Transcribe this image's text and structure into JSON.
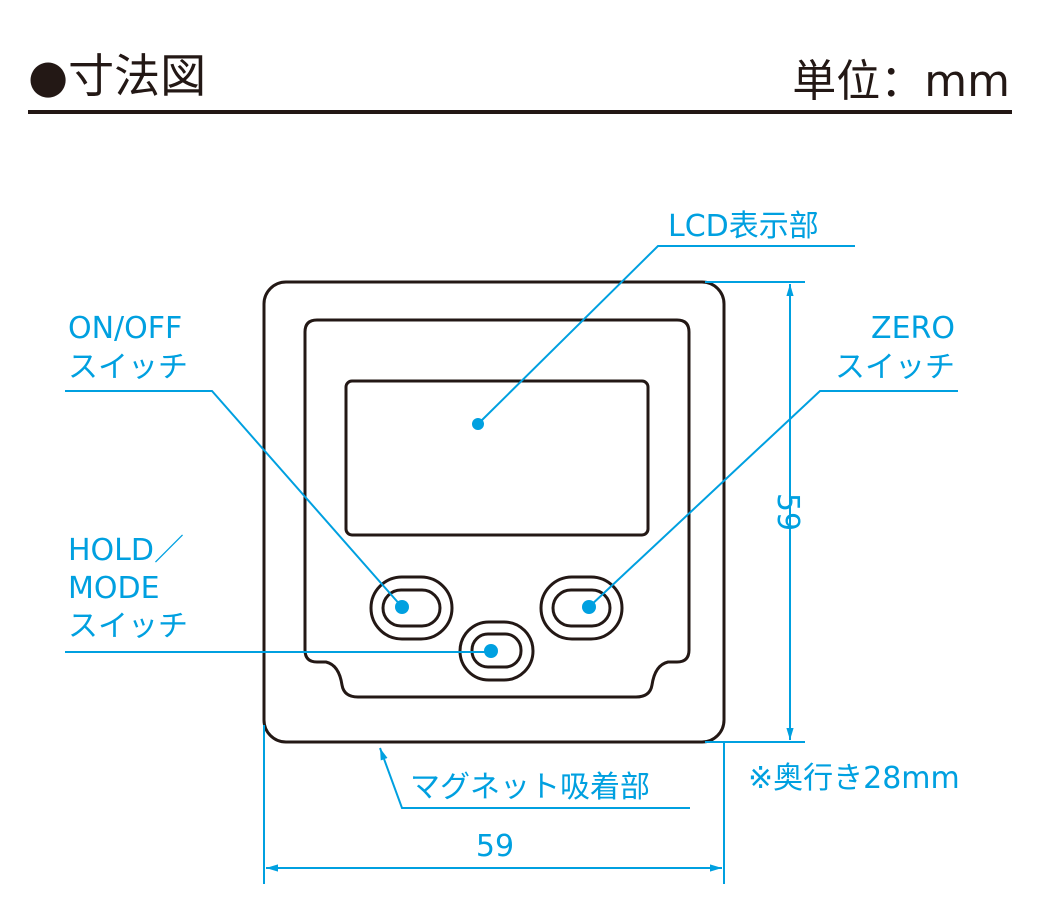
{
  "header": {
    "title": "●寸法図",
    "unit": "単位：mm"
  },
  "labels": {
    "lcd": "LCD表示部",
    "on_off_line1": "ON/OFF",
    "on_off_line2": "スイッチ",
    "zero_line1": "ZERO",
    "zero_line2": "スイッチ",
    "hold_line1": "HOLD／",
    "hold_line2": "MODE",
    "hold_line3": "スイッチ",
    "magnet": "マグネット吸着部",
    "depth_note": "※奥行き28mm"
  },
  "dimensions": {
    "height": "59",
    "width": "59"
  },
  "colors": {
    "accent": "#00a0e0",
    "line": "#231815"
  }
}
